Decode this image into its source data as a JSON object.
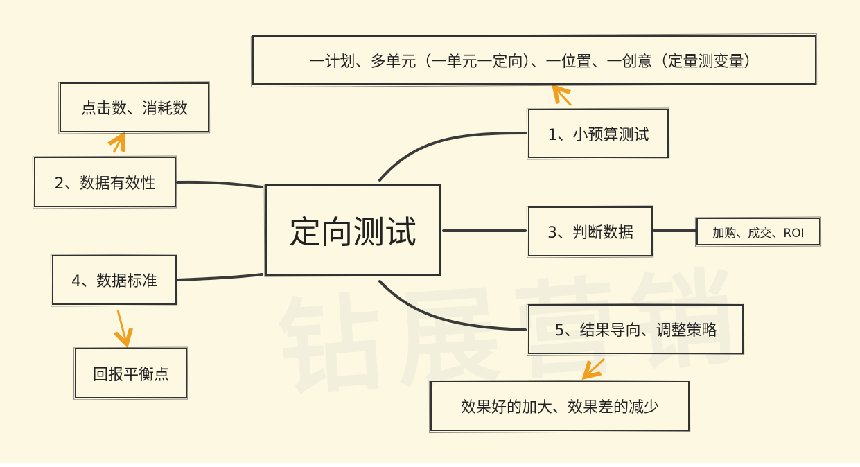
{
  "central": {
    "label": "定向测试"
  },
  "branches": [
    {
      "id": "b1",
      "label": "1、小预算测试",
      "note": "一计划、多单元（一单元一定向）、一位置、一创意（定量测变量）"
    },
    {
      "id": "b2",
      "label": "2、数据有效性",
      "note": "点击数、消耗数"
    },
    {
      "id": "b3",
      "label": "3、判断数据",
      "note": "加购、成交、ROI"
    },
    {
      "id": "b4",
      "label": "4、数据标准",
      "note": "回报平衡点"
    },
    {
      "id": "b5",
      "label": "5、结果导向、调整策略",
      "note": "效果好的加大、效果差的减少"
    }
  ],
  "watermark": {
    "text": "钻展营销"
  },
  "colors": {
    "line": "#3a3a3a",
    "arrow": "#f0a020",
    "background": "#fdf8e2"
  }
}
